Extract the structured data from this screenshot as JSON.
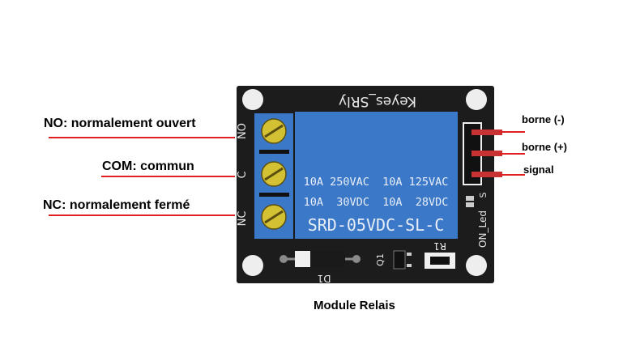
{
  "labels": {
    "no": "NO: normalement ouvert",
    "com": "COM: commun",
    "nc": "NC: normalement fermé",
    "pin_minus": "borne (-)",
    "pin_plus": "borne (+)",
    "pin_signal": "signal"
  },
  "caption": "Module Relais",
  "board": {
    "brand": "Keyes_SRly",
    "terminal_no": "NO",
    "terminal_c": "C",
    "terminal_nc": "NC",
    "relay_line1": "10A 250VAC  10A 125VAC",
    "relay_line2": "10A  30VDC  10A  28VDC",
    "relay_model": "SRD-05VDC-SL-C",
    "diode": "D1",
    "transistor": "Q1",
    "resistor": "R1",
    "led": "ON_Led",
    "pin_s": "S"
  },
  "colors": {
    "pcb": "#1c1c1c",
    "relay": "#3c78c8",
    "terminal_block": "#3c78c8",
    "screw": "#d4c033",
    "pin": "#c83232",
    "callout_line": "#e02020"
  }
}
